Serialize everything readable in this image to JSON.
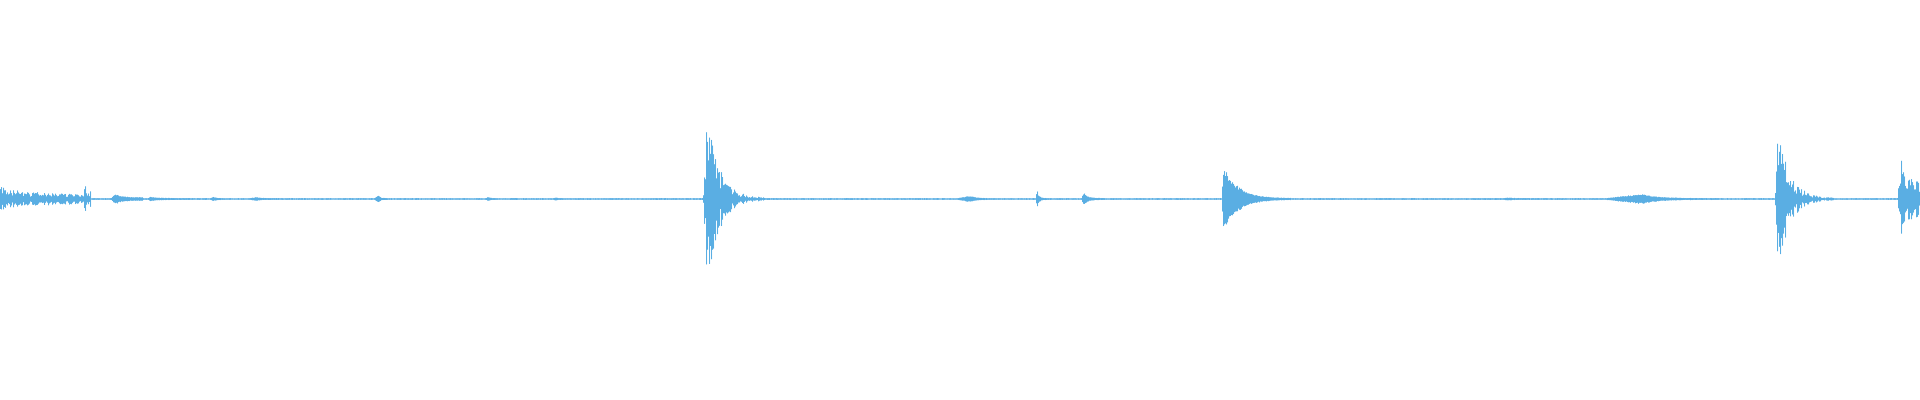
{
  "waveform": {
    "color": "#5aaee3",
    "background": "#ffffff",
    "amplitude_range": [
      -1,
      1
    ],
    "events": [
      {
        "start": 0.0,
        "attack": 0.0,
        "end": 0.044,
        "peak": 0.14,
        "floor": 0.06,
        "jagged": true
      },
      {
        "start": 0.043,
        "attack": 0.044,
        "end": 0.047,
        "peak": 0.23,
        "floor": 0.08,
        "jagged": true
      },
      {
        "start": 0.057,
        "attack": 0.06,
        "end": 0.074,
        "peak": 0.055,
        "floor": 0.02,
        "jagged": false
      },
      {
        "start": 0.076,
        "attack": 0.078,
        "end": 0.1,
        "peak": 0.025,
        "floor": 0.01,
        "jagged": false
      },
      {
        "start": 0.108,
        "attack": 0.111,
        "end": 0.117,
        "peak": 0.025,
        "floor": 0.01,
        "jagged": false
      },
      {
        "start": 0.128,
        "attack": 0.133,
        "end": 0.145,
        "peak": 0.022,
        "floor": 0.01,
        "jagged": false
      },
      {
        "start": 0.194,
        "attack": 0.197,
        "end": 0.201,
        "peak": 0.045,
        "floor": 0.01,
        "jagged": false
      },
      {
        "start": 0.252,
        "attack": 0.254,
        "end": 0.259,
        "peak": 0.022,
        "floor": 0.01,
        "jagged": false
      },
      {
        "start": 0.287,
        "attack": 0.289,
        "end": 0.294,
        "peak": 0.018,
        "floor": 0.01,
        "jagged": false
      },
      {
        "start": 0.366,
        "attack": 0.368,
        "end": 0.4,
        "peak": 0.9,
        "floor": 0.01,
        "jagged": true
      },
      {
        "start": 0.496,
        "attack": 0.505,
        "end": 0.518,
        "peak": 0.035,
        "floor": 0.01,
        "jagged": false
      },
      {
        "start": 0.539,
        "attack": 0.54,
        "end": 0.545,
        "peak": 0.09,
        "floor": 0.01,
        "jagged": false
      },
      {
        "start": 0.563,
        "attack": 0.564,
        "end": 0.575,
        "peak": 0.07,
        "floor": 0.01,
        "jagged": false
      },
      {
        "start": 0.636,
        "attack": 0.637,
        "end": 0.672,
        "peak": 0.38,
        "floor": 0.01,
        "jagged": false
      },
      {
        "start": 0.78,
        "attack": 0.785,
        "end": 0.795,
        "peak": 0.018,
        "floor": 0.01,
        "jagged": false
      },
      {
        "start": 0.832,
        "attack": 0.855,
        "end": 0.895,
        "peak": 0.055,
        "floor": 0.01,
        "jagged": false
      },
      {
        "start": 0.924,
        "attack": 0.926,
        "end": 0.955,
        "peak": 0.78,
        "floor": 0.01,
        "jagged": true
      },
      {
        "start": 0.988,
        "attack": 0.99,
        "end": 1.0,
        "peak": 0.42,
        "floor": 0.2,
        "jagged": true
      }
    ]
  }
}
